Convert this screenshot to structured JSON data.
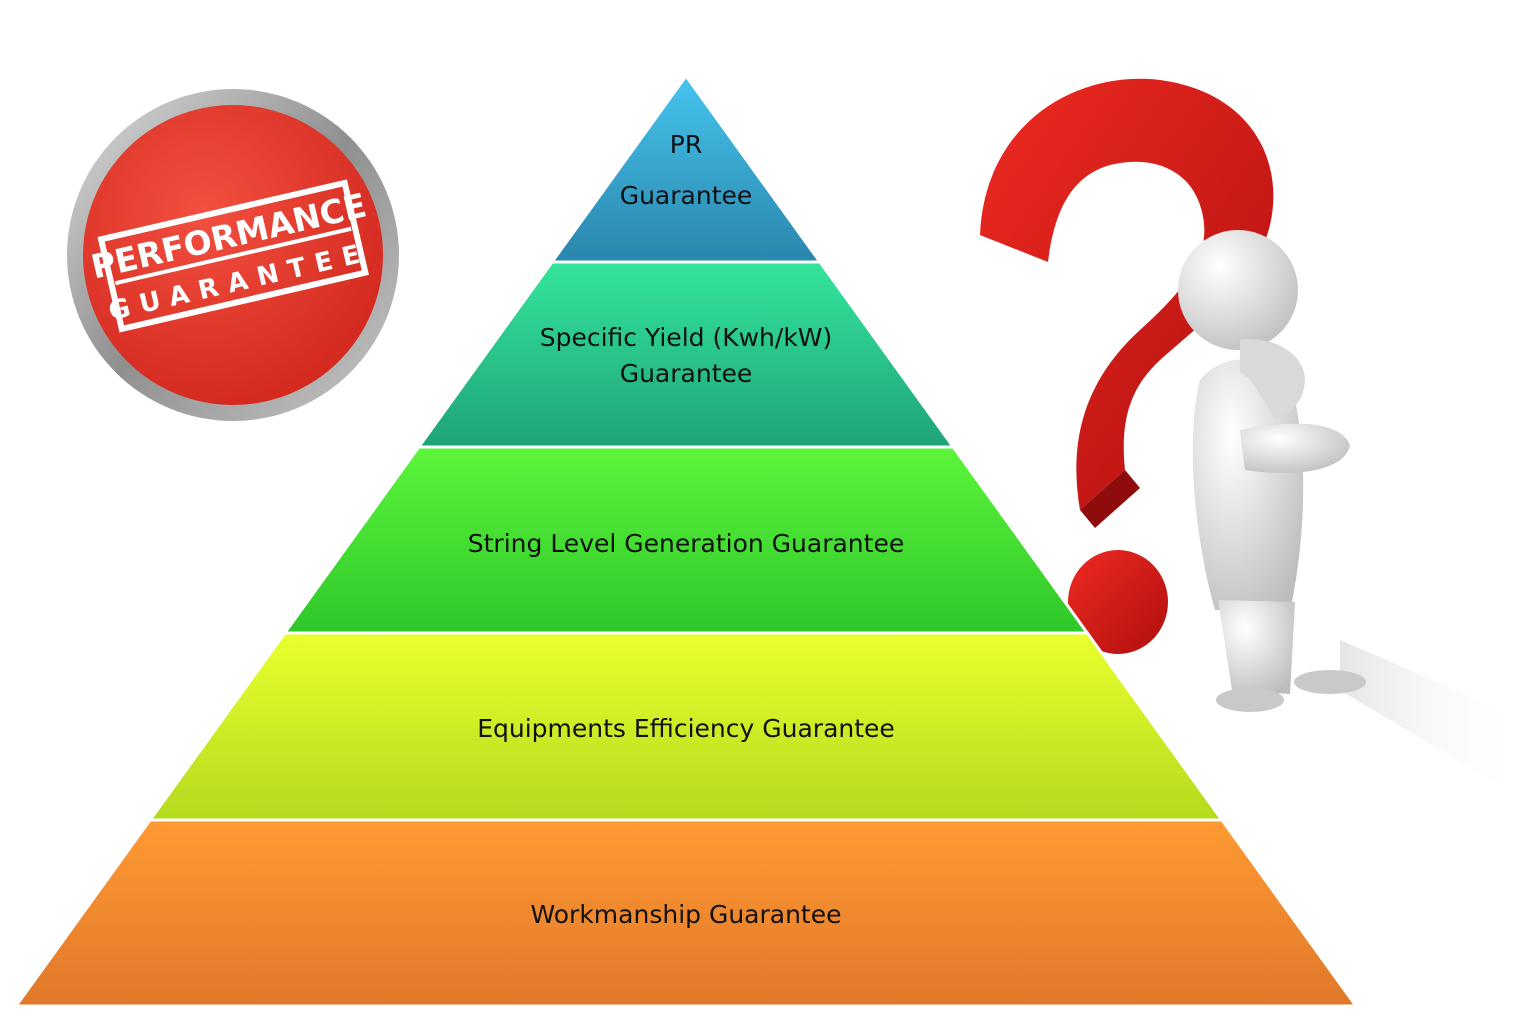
{
  "seal": {
    "line1": "PERFORMANCE",
    "line2": "GUARANTEE",
    "color_red": "#e53a2e",
    "color_rim": "#9a9a9a"
  },
  "pyramid": {
    "tiers": [
      {
        "lines": [
          "PR",
          "Guarantee"
        ],
        "color_top": "#45c4ee",
        "color_bottom": "#2a86ac"
      },
      {
        "lines": [
          "Specific Yield (Kwh/kW)",
          "Guarantee"
        ],
        "color_top": "#34e59a",
        "color_bottom": "#1fa37a"
      },
      {
        "lines": [
          "String Level Generation Guarantee"
        ],
        "color_top": "#5cf53a",
        "color_bottom": "#2ec72a"
      },
      {
        "lines": [
          "Equipments Efficiency Guarantee"
        ],
        "color_top": "#eaff2e",
        "color_bottom": "#b4da1e"
      },
      {
        "lines": [
          "Workmanship Guarantee"
        ],
        "color_top": "#ff9a33",
        "color_bottom": "#e0782a"
      }
    ]
  },
  "illustration": {
    "icon": "question-mark-thinking-figure-icon",
    "color_question": "#d71d1d"
  }
}
